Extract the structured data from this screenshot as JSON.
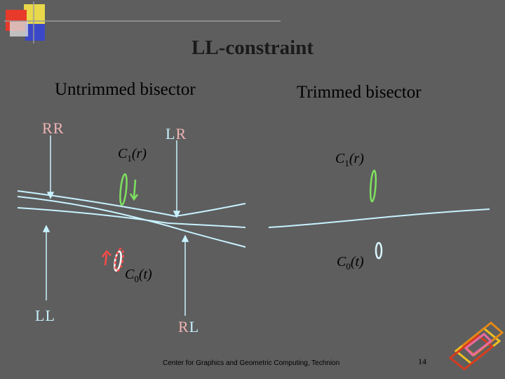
{
  "slide": {
    "title": "LL-constraint",
    "untrimmed_label": "Untrimmed bisector",
    "trimmed_label": "Trimmed bisector",
    "regions": {
      "rr": {
        "c1": "R",
        "c2": "R"
      },
      "lr": {
        "c1": "L",
        "c2": "R"
      },
      "ll": {
        "c1": "L",
        "c2": "L"
      },
      "rl": {
        "c1": "R",
        "c2": "L"
      }
    },
    "curves": {
      "left_c1": {
        "base": "C",
        "sub": "1",
        "arg": "(r)"
      },
      "left_c0": {
        "base": "C",
        "sub": "0",
        "arg": "(t)"
      },
      "right_c1": {
        "base": "C",
        "sub": "1",
        "arg": "(r)"
      },
      "right_c0": {
        "base": "C",
        "sub": "0",
        "arg": "(t)"
      }
    },
    "footer": "Center for Graphics and Geometric Computing, Technion",
    "page_number": "14"
  },
  "colors": {
    "background": "#5e5e5e",
    "bisector": "#c8f2ff",
    "letter_r": "#f0b4b4",
    "letter_l": "#c8f2ff",
    "curve_c1": "#7fe060",
    "curve_c0": "#d9f5ff",
    "curve_red": "#ff4a4a"
  }
}
